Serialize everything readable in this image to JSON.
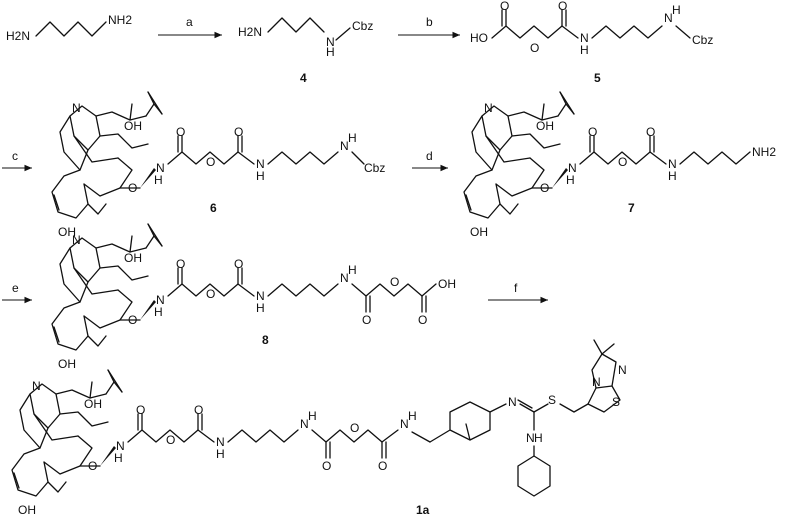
{
  "scheme": {
    "atoms": {
      "h2n": "H2N",
      "nh2": "NH2",
      "nh": "N",
      "h": "H",
      "cbz": "Cbz",
      "ho": "HO",
      "oh": "OH",
      "o": "O",
      "n": "N",
      "s": "S"
    },
    "reagents": [
      "a",
      "b",
      "c",
      "d",
      "e",
      "f"
    ],
    "compounds": [
      "4",
      "5",
      "6",
      "7",
      "8",
      "1a"
    ]
  }
}
